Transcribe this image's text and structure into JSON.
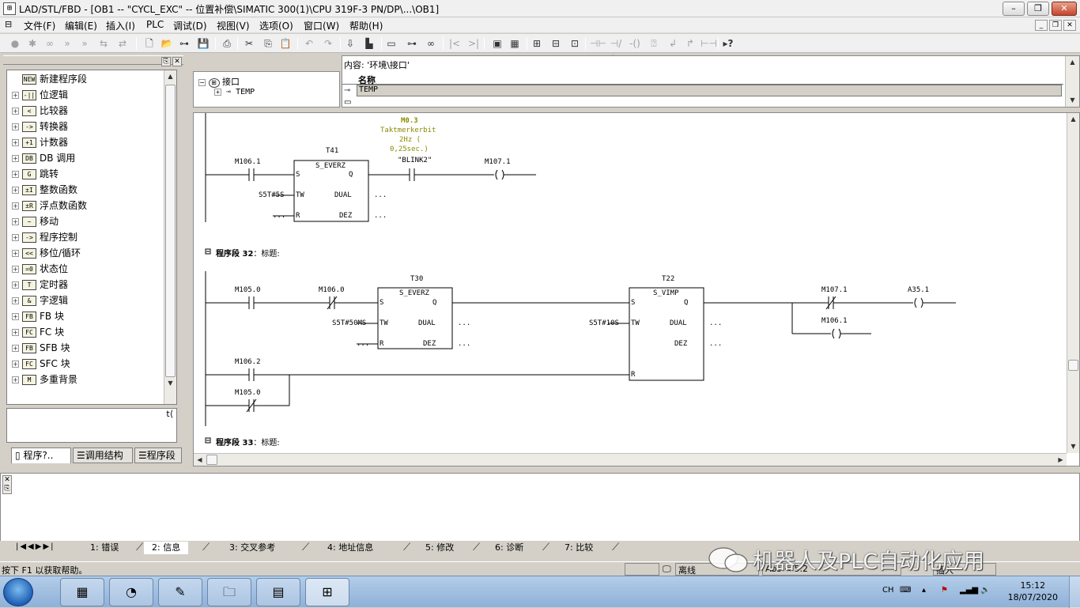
{
  "window": {
    "title": "LAD/STL/FBD  - [OB1 -- \"CYCL_EXC\" -- 位置补偿\\SIMATIC 300(1)\\CPU 319F-3 PN/DP\\...\\OB1]",
    "app_icon": "lad-stl-fbd-icon"
  },
  "menu": {
    "items": [
      "文件(F)",
      "编辑(E)",
      "插入(I)",
      "PLC",
      "调试(D)",
      "视图(V)",
      "选项(O)",
      "窗口(W)",
      "帮助(H)"
    ]
  },
  "left_panel": {
    "tree_items": [
      {
        "label": "新建程序段",
        "icon": "NEW"
      },
      {
        "label": "位逻辑",
        "icon": "-||"
      },
      {
        "label": "比较器",
        "icon": "<"
      },
      {
        "label": "转换器",
        "icon": "->"
      },
      {
        "label": "计数器",
        "icon": "+1"
      },
      {
        "label": "DB 调用",
        "icon": "DB"
      },
      {
        "label": "跳转",
        "icon": "G"
      },
      {
        "label": "整数函数",
        "icon": "±I"
      },
      {
        "label": "浮点数函数",
        "icon": "±R"
      },
      {
        "label": "移动",
        "icon": "~"
      },
      {
        "label": "程序控制",
        "icon": "->"
      },
      {
        "label": "移位/循环",
        "icon": "<<"
      },
      {
        "label": "状态位",
        "icon": "=0"
      },
      {
        "label": "定时器",
        "icon": "T"
      },
      {
        "label": "字逻辑",
        "icon": "&"
      },
      {
        "label": "FB 块",
        "icon": "FB"
      },
      {
        "label": "FC 块",
        "icon": "FC"
      },
      {
        "label": "SFB 块",
        "icon": "FB"
      },
      {
        "label": "SFC 块",
        "icon": "FC"
      },
      {
        "label": "多重背景",
        "icon": "M"
      }
    ],
    "tabs": [
      "程序?..",
      "调用结构",
      "程序段"
    ]
  },
  "interface": {
    "tree_root": "接口",
    "tree_child": "TEMP",
    "content_label": "内容: '环境\\接口'",
    "column_header": "名称",
    "row": "TEMP"
  },
  "ladder": {
    "net31": {
      "aux_addr": "M0.3",
      "aux_sym": "Taktmerkerbit",
      "aux_c1": "2Hz (",
      "aux_c2": "0,25sec.)",
      "aux_name": "\"BLINK2\"",
      "c1": "M106.1",
      "coil": "M107.1",
      "timer": "T41",
      "fb": "S_EVERZ",
      "tw": "S5T#5S",
      "r": "...",
      "pin_s": "S",
      "pin_tw": "TW",
      "pin_r": "R",
      "pin_q": "Q",
      "pin_dual": "DUAL",
      "pin_dez": "DEZ",
      "out_dual": "...",
      "out_dez": "..."
    },
    "net32": {
      "header_prefix": "程序段",
      "number": "32",
      "title": "：标题:",
      "c1": "M105.0",
      "c2": "M106.0",
      "t1": "T30",
      "fb1": "S_EVERZ",
      "tw1": "S5T#50MS",
      "r1": "...",
      "t2": "T22",
      "fb2": "S_VIMP",
      "tw2": "S5T#10S",
      "c3": "M107.1",
      "coil1": "A35.1",
      "coil2": "M106.1",
      "c4": "M106.2",
      "c5": "M105.0",
      "pin_s": "S",
      "pin_tw": "TW",
      "pin_r": "R",
      "pin_q": "Q",
      "pin_dual": "DUAL",
      "pin_dez": "DEZ",
      "dots": "..."
    },
    "net33": {
      "header_prefix": "程序段",
      "number": "33",
      "title": "：标题:"
    }
  },
  "bottom_tabs": [
    "1: 错误",
    "2: 信息",
    "3: 交叉参考",
    "4: 地址信息",
    "5: 修改",
    "6: 诊断",
    "7: 比较"
  ],
  "status": {
    "help": "按下 F1 以获取帮助。",
    "offline": "离线",
    "abs": "Abs < 5.2",
    "insert": "插入"
  },
  "watermark": "机器人及PLC自动化应用",
  "taskbar": {
    "lang": "CH",
    "time": "15:12",
    "date": "18/07/2020"
  },
  "colors": {
    "accent_symbol": "#8b8b00",
    "rung": "#000000",
    "taskbar": "#9dbde3"
  }
}
